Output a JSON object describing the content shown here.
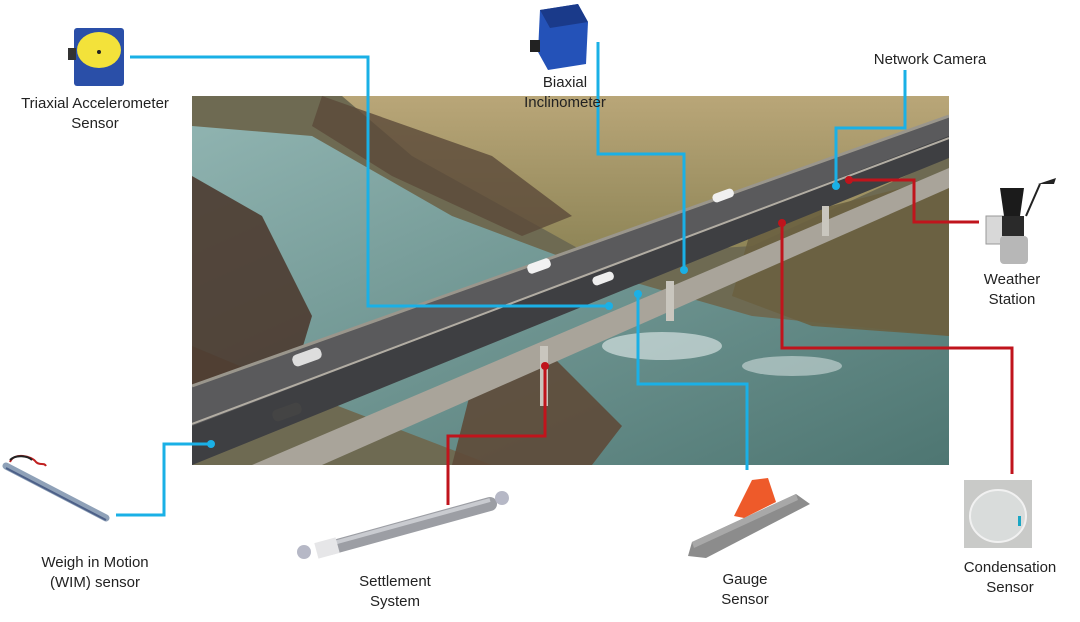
{
  "diagram": {
    "title": "Bridge structural health monitoring sensor layout",
    "background": "aerial photo of highway bridge over river",
    "colors": {
      "dynamic_link": "#1ab0e6",
      "environmental_link": "#c0141c"
    },
    "sensors": [
      {
        "id": "triaxial",
        "label_line1": "Triaxial Accelerometer",
        "label_line2": "Sensor",
        "link_color": "blue"
      },
      {
        "id": "biaxial",
        "label_line1": "Biaxial",
        "label_line2": "Inclinometer",
        "link_color": "blue"
      },
      {
        "id": "camera",
        "label_line1": "Network Camera",
        "label_line2": "",
        "link_color": "blue"
      },
      {
        "id": "weather",
        "label_line1": "Weather",
        "label_line2": "Station",
        "link_color": "red"
      },
      {
        "id": "wim",
        "label_line1": "Weigh in Motion",
        "label_line2": "(WIM) sensor",
        "link_color": "blue"
      },
      {
        "id": "settlement",
        "label_line1": "Settlement",
        "label_line2": "System",
        "link_color": "red"
      },
      {
        "id": "gauge",
        "label_line1": "Gauge",
        "label_line2": "Sensor",
        "link_color": "blue"
      },
      {
        "id": "condensation",
        "label_line1": "Condensation",
        "label_line2": "Sensor",
        "link_color": "red"
      }
    ]
  }
}
